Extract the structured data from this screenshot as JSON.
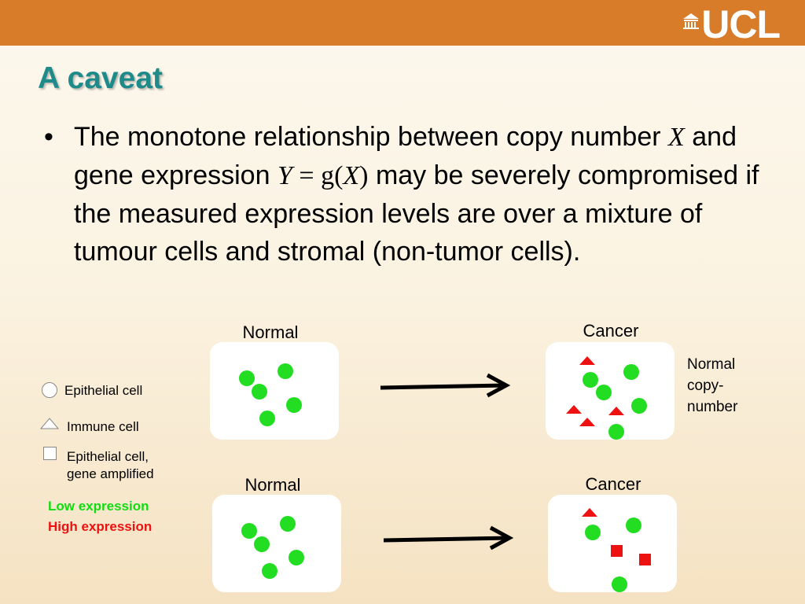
{
  "header": {
    "logo_text": "UCL",
    "brand_color": "#d97c2a"
  },
  "slide": {
    "title": "A caveat",
    "bullet": {
      "part1": "The monotone relationship between copy number ",
      "var_x": "X",
      "part2": " and gene expression ",
      "var_y": "Y",
      "eq": " = ",
      "fn": "g(",
      "var_x2": "X",
      "fn_close": ")",
      "part3": " may be severely compromised if the measured expression levels are over a mixture of tumour cells and stromal (non-tumor cells)."
    }
  },
  "diagram": {
    "top_left_label": "Normal",
    "top_right_label": "Cancer",
    "bottom_left_label": "Normal",
    "bottom_right_label": "Cancer",
    "side_note": "Normal copy-number"
  },
  "legend": {
    "epithelial": "Epithelial cell",
    "immune": "Immune cell",
    "amplified_line1": "Epithelial cell,",
    "amplified_line2": "gene amplified",
    "low_expression": "Low expression",
    "high_expression": "High expression"
  },
  "colors": {
    "low": "#22dd22",
    "high": "#ee1111",
    "title": "#1e8a8a"
  }
}
